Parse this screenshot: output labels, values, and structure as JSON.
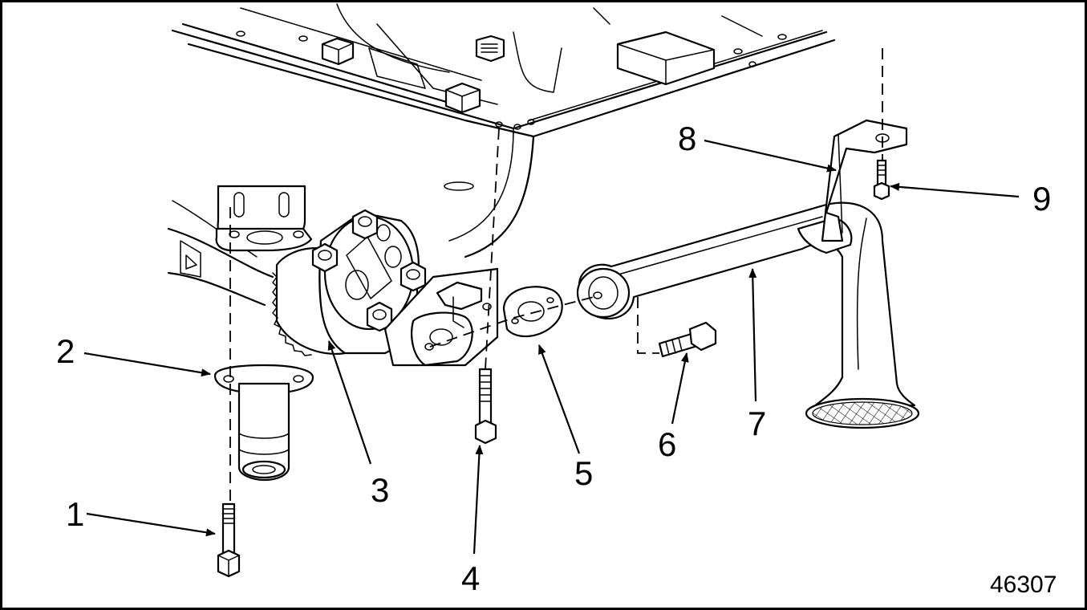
{
  "callouts": [
    {
      "id": "1",
      "label": "1"
    },
    {
      "id": "2",
      "label": "2"
    },
    {
      "id": "3",
      "label": "3"
    },
    {
      "id": "4",
      "label": "4"
    },
    {
      "id": "5",
      "label": "5"
    },
    {
      "id": "6",
      "label": "6"
    },
    {
      "id": "7",
      "label": "7"
    },
    {
      "id": "8",
      "label": "8"
    },
    {
      "id": "9",
      "label": "9"
    }
  ],
  "figure_number": "46307"
}
